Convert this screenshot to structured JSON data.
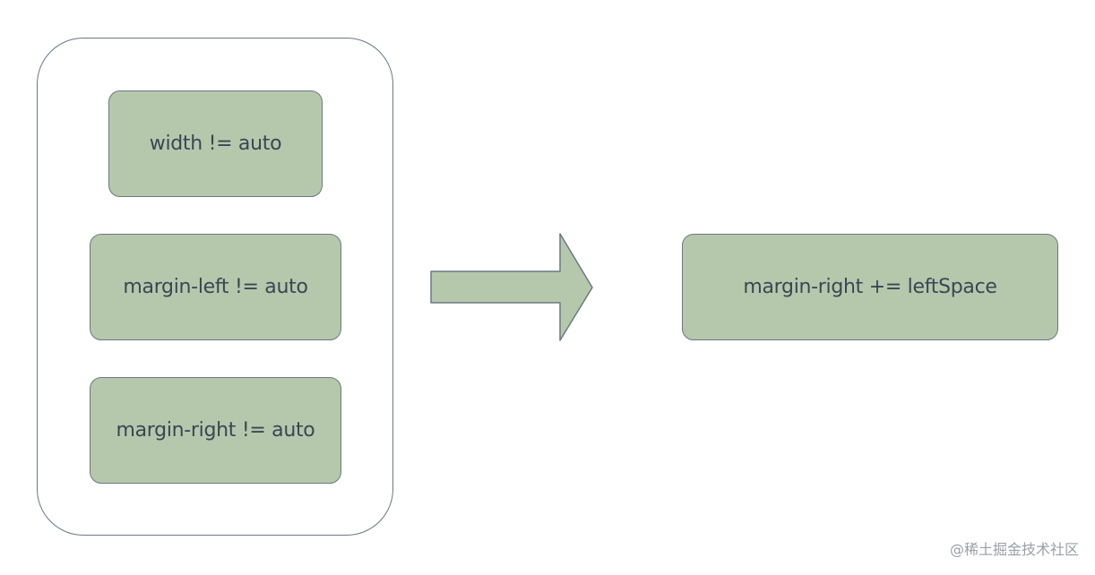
{
  "conditions": [
    {
      "id": "width",
      "text": "width != auto"
    },
    {
      "id": "margin-left",
      "text": "margin-left != auto"
    },
    {
      "id": "margin-right",
      "text": "margin-right != auto"
    }
  ],
  "result": {
    "text": "margin-right += leftSpace"
  },
  "watermark": "@稀土掘金技术社区",
  "colors": {
    "node_fill": "#b6c8ac",
    "stroke": "#6b7884",
    "text": "#3a4653"
  }
}
